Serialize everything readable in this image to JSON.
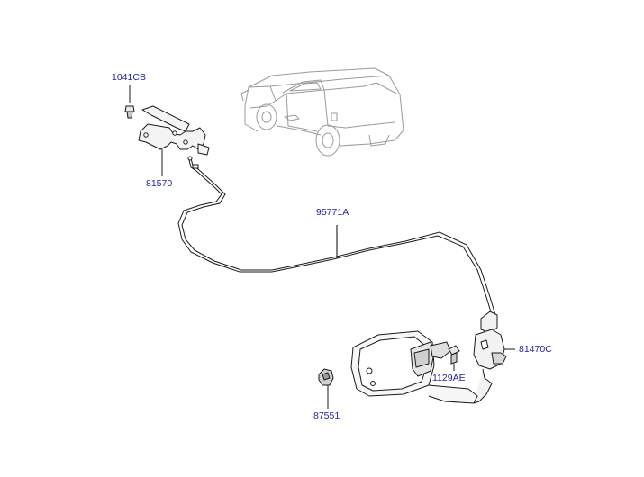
{
  "colors": {
    "background": "#ffffff",
    "part_label": "#1f1fa8",
    "line_art": "#1a1a1a",
    "vehicle_outline": "#9a9a9a"
  },
  "parts": {
    "screw": {
      "number": "1041CB",
      "icon": "screw-icon"
    },
    "opener_lever": {
      "number": "81570",
      "icon": "lever-bracket-icon"
    },
    "cable": {
      "number": "95771A",
      "icon": "cable-icon"
    },
    "latch": {
      "number": "81470C",
      "icon": "latch-icon"
    },
    "bolt": {
      "number": "1129AE",
      "icon": "bolt-icon"
    },
    "bumper": {
      "number": "87551",
      "icon": "rubber-bumper-icon"
    }
  },
  "vehicle": {
    "icon": "suv-vehicle-icon"
  }
}
